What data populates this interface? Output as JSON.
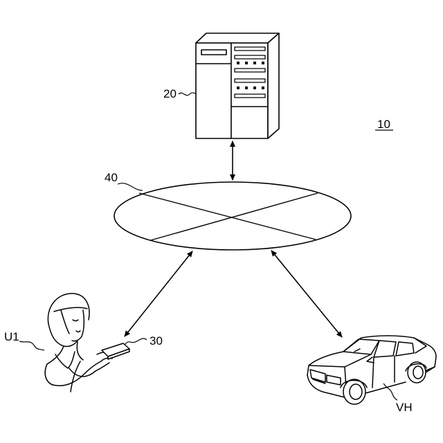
{
  "labels": {
    "system": "10",
    "server": "20",
    "terminal": "30",
    "network": "40",
    "user": "U1",
    "vehicle": "VH"
  },
  "icons": {
    "server": "server-icon",
    "network": "network-icon",
    "user": "person-icon",
    "terminal": "smartphone-icon",
    "vehicle": "car-icon"
  }
}
